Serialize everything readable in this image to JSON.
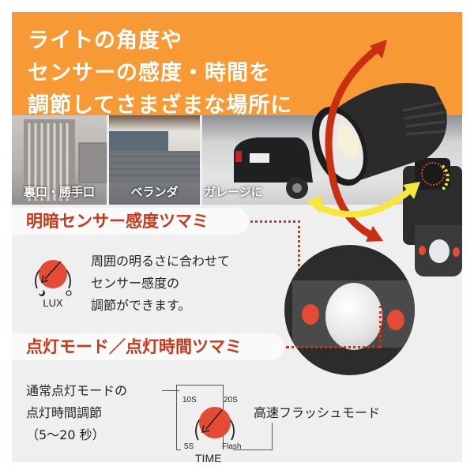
{
  "headline": {
    "lines": [
      "ライトの角度や",
      "センサーの感度・時間を",
      "調節してさまざまな場所に"
    ]
  },
  "photos": [
    {
      "label": "裏口・勝手口",
      "scene": "gate"
    },
    {
      "label": "ベランダ",
      "scene": "balcony"
    },
    {
      "label": "ガレージに",
      "scene": "garage"
    }
  ],
  "sections": {
    "lux": {
      "title": "明暗センサー感度ツマミ",
      "icon_label": "LUX",
      "description": [
        "周囲の明るさに合わせて",
        "センサー感度の",
        "調節ができます。"
      ]
    },
    "time": {
      "title": "点灯モード／点灯時間ツマミ",
      "description": [
        "通常点灯モードの",
        "点灯時間調節",
        "（5〜20 秒）"
      ],
      "dial_labels": {
        "top_left": "10S",
        "top_right": "20S",
        "bottom_left": "5S",
        "bottom_right": "Flash"
      },
      "icon_label": "TIME",
      "flash_mode": "高速フラッシュモード"
    }
  },
  "colors": {
    "banner": "#f79a35",
    "accent_red": "#c63a1a",
    "knob_red": "#e34b35",
    "arrow_yellow": "#f5e83a",
    "panel": "#efefef"
  }
}
